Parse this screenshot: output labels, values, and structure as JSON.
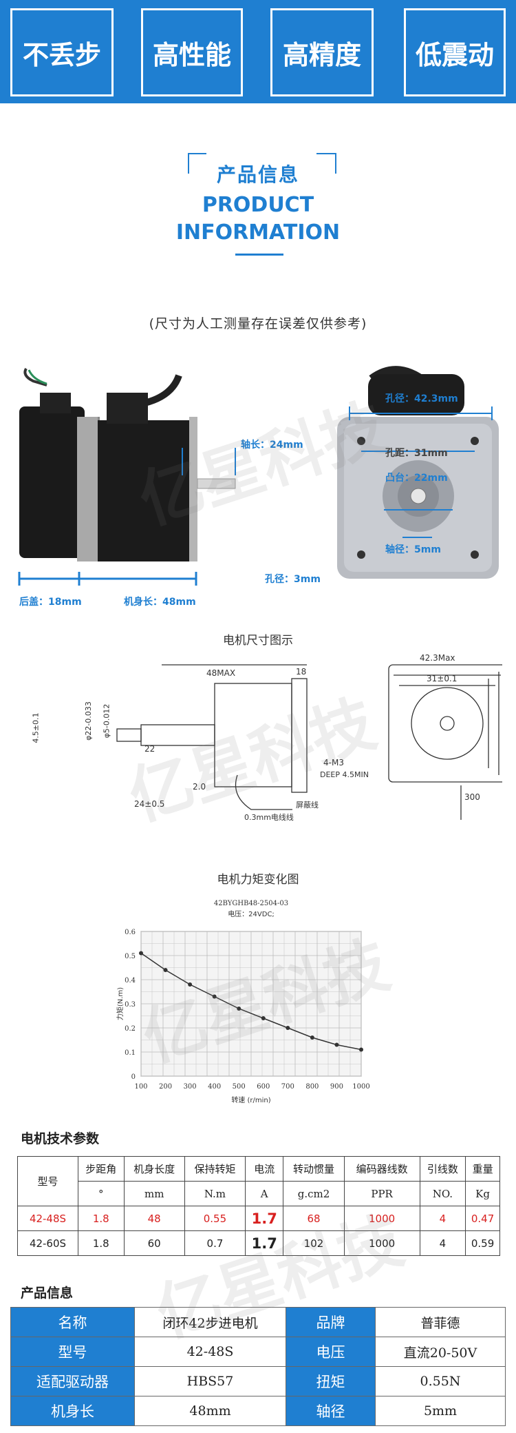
{
  "banner": {
    "features": [
      "不丢步",
      "高性能",
      "高精度",
      "低震动"
    ]
  },
  "section": {
    "title_cn": "产品信息",
    "title_en_line1": "PRODUCT",
    "title_en_line2": "INFORMATION",
    "note": "(尺寸为人工测量存在误差仅供参考)"
  },
  "photo_labels": {
    "shaft_length": "轴长：24mm",
    "rear_cover": "后盖：18mm",
    "body_length": "机身长：48mm",
    "hole_dia_left": "孔径：3mm",
    "hole_dia_top": "孔径：42.3mm",
    "hole_pitch": "孔距：31mm",
    "boss_dia": "凸台：22mm",
    "shaft_dia": "轴径：5mm"
  },
  "drawing": {
    "caption": "电机尺寸图示",
    "labels": [
      "48MAX",
      "18",
      "22",
      "2.0",
      "24±0.5",
      "4.5±0.1",
      "φ22-0.033",
      "φ5-0.012",
      "0.3mm电线线",
      "屏蔽线",
      "42.3Max",
      "31±0.1",
      "4-M3",
      "DEEP 4.5MIN",
      "300"
    ]
  },
  "chart_caption": "电机力矩变化图",
  "chart_data": {
    "type": "line",
    "title": "42BYGHB48-2504-03",
    "subtitle": "电压：24VDC;",
    "xlabel": "转速 (r/min)",
    "ylabel": "力矩(N.m)",
    "xlim": [
      100,
      1000
    ],
    "ylim": [
      0,
      0.6
    ],
    "xticks": [
      "100",
      "200",
      "300",
      "400",
      "500",
      "600",
      "700",
      "800",
      "900",
      "1000"
    ],
    "yticks": [
      "0",
      "0.1",
      "0.2",
      "0.3",
      "0.4",
      "0.5",
      "0.6"
    ],
    "grid": true,
    "x": [
      100,
      200,
      300,
      400,
      500,
      600,
      700,
      800,
      900,
      1000
    ],
    "y": [
      0.51,
      0.44,
      0.38,
      0.33,
      0.28,
      0.24,
      0.2,
      0.16,
      0.13,
      0.11
    ]
  },
  "spec": {
    "heading": "电机技术参数",
    "headers": [
      "型号",
      "步距角",
      "机身长度",
      "保持转矩",
      "电流",
      "转动惯量",
      "编码器线数",
      "引线数",
      "重量"
    ],
    "units": [
      "°",
      "mm",
      "N.m",
      "A",
      "g.cm2",
      "PPR",
      "NO.",
      "Kg"
    ],
    "rows": [
      [
        "42-48S",
        "1.8",
        "48",
        "0.55",
        "1.7",
        "68",
        "1000",
        "4",
        "0.47"
      ],
      [
        "42-60S",
        "1.8",
        "60",
        "0.7",
        "1.7",
        "102",
        "1000",
        "4",
        "0.59"
      ]
    ],
    "highlight_color": "#d8201f"
  },
  "info": {
    "heading": "产品信息",
    "rows": [
      [
        "名称",
        "闭环42步进电机",
        "品牌",
        "普菲德"
      ],
      [
        "型号",
        "42-48S",
        "电压",
        "直流20-50V"
      ],
      [
        "适配驱动器",
        "HBS57",
        "扭矩",
        "0.55N"
      ],
      [
        "机身长",
        "48mm",
        "轴径",
        "5mm"
      ]
    ],
    "key_color": "#1f7fd1"
  },
  "watermark": "亿星科技"
}
